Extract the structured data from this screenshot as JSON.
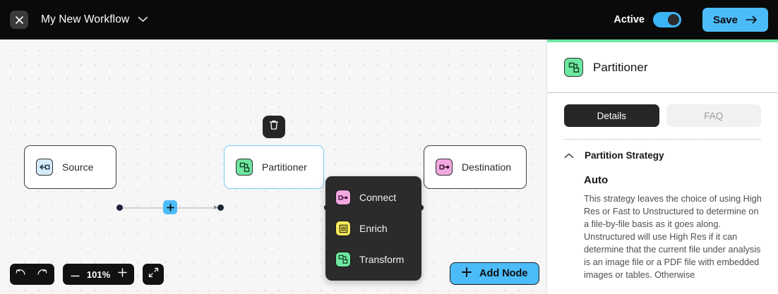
{
  "topbar": {
    "close_icon": "close-icon",
    "workflow_title": "My New Workflow",
    "caret_icon": "chevron-down-icon",
    "active_label": "Active",
    "active_toggle_state": "on",
    "save_label": "Save",
    "save_arrow_icon": "arrow-right-icon",
    "accent_color": "#4cbcf9"
  },
  "canvas": {
    "nodes": [
      {
        "label": "Source",
        "icon": "source-node-icon",
        "color": "#d6ecfa",
        "selected": false
      },
      {
        "label": "Partitioner",
        "icon": "partitioner-node-icon",
        "color": "#6ee7a0",
        "selected": true
      },
      {
        "label": "Destination",
        "icon": "destination-node-icon",
        "color": "#f2a8e0",
        "selected": false
      }
    ],
    "edge_add_label": "+",
    "trash_icon": "trash-icon",
    "menu": {
      "items": [
        {
          "label": "Connect",
          "icon": "connect-icon",
          "color": "#f2a8e0"
        },
        {
          "label": "Enrich",
          "icon": "enrich-icon",
          "color": "#f7eb5f"
        },
        {
          "label": "Transform",
          "icon": "transform-icon",
          "color": "#6ee7a0"
        }
      ]
    },
    "toolbar": {
      "undo_icon": "undo-icon",
      "redo_icon": "redo-icon",
      "zoom_out_icon": "minus-icon",
      "zoom_level": "101%",
      "zoom_in_icon": "plus-icon",
      "fit_view_icon": "fit-view-icon"
    },
    "add_node": {
      "label": "Add Node",
      "icon": "plus-icon"
    }
  },
  "panel": {
    "accent_color": "#6ee7a0",
    "title": "Partitioner",
    "title_icon": "partitioner-node-icon",
    "tabs": [
      {
        "label": "Details",
        "active": true
      },
      {
        "label": "FAQ",
        "active": false
      }
    ],
    "section": {
      "collapse_icon": "chevron-up-icon",
      "title": "Partition Strategy",
      "strategy_name": "Auto",
      "strategy_description": "This strategy leaves the choice of using High Res or Fast to Unstructured to determine on a file-by-file basis as it goes along. Unstructured will use High Res if it can determine that the current file under analysis is an image file or a PDF file with embedded images or tables. Otherwise"
    }
  }
}
